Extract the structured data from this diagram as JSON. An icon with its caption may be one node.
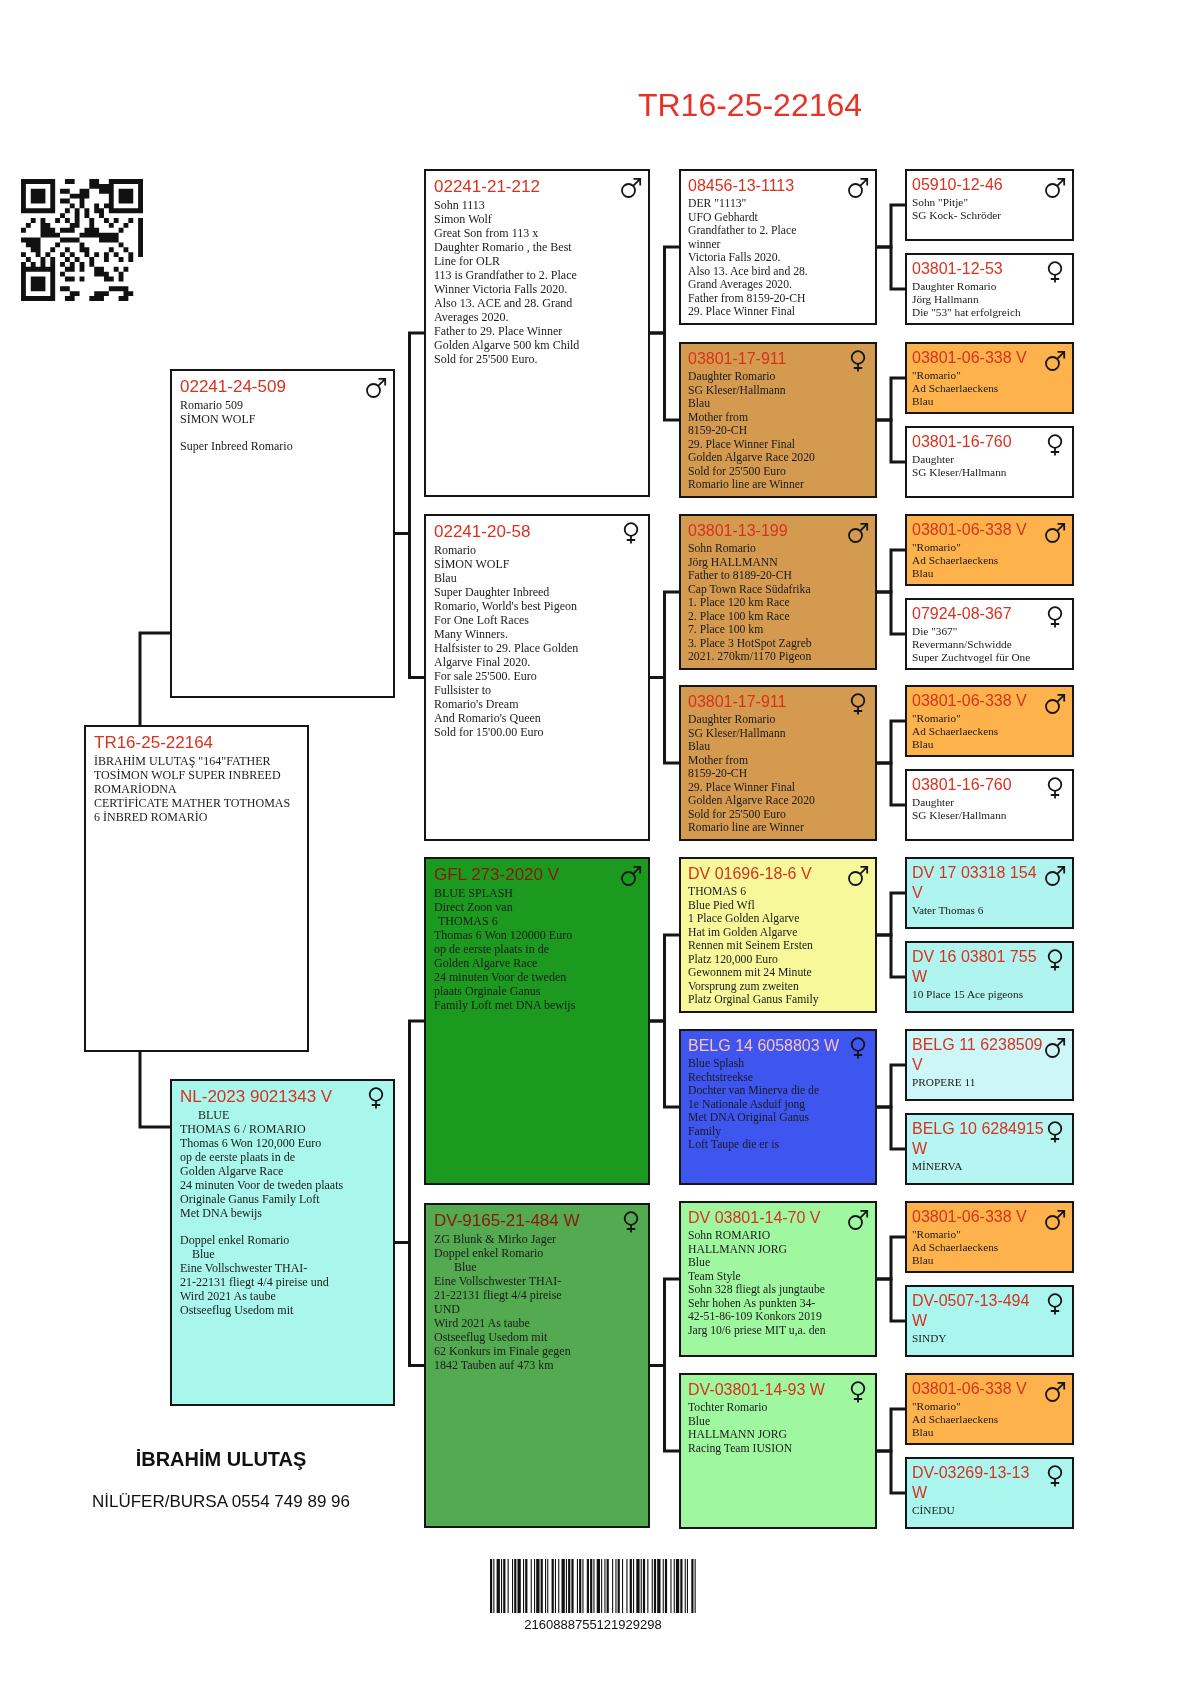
{
  "diagram": {
    "title": "TR16-25-22164",
    "nodes": [
      {
        "text": [
          "TR16-25-22164",
          "İBRAHİM ULUTAŞ \"164\"FATHER",
          "TOSİMON WOLF SUPER INBREED",
          "ROMARİODNA",
          "CERTİFİCATE MATHER TOTHOMAS",
          "6 İNBRED ROMARİO"
        ]
      },
      {
        "text": [
          "02241-24-509",
          "Romario 509",
          "SİMON WOLF",
          "Super Inbreed Romario"
        ]
      },
      {
        "text": [
          "NL-2023 9021343 V",
          "BLUE",
          "THOMAS 6 / ROMARIO",
          "Thomas 6 Won 120,000 Euro",
          "op de eerste plaats in de",
          "Golden Algarve Race",
          "24 minuten Voor de tweden plaats",
          "Originale Ganus Family Loft",
          "Met DNA bewijs",
          "Doppel enkel Romario",
          "Blue",
          "Eine Vollschwester THAI-",
          "21-22131 fliegt 4/4 pireise und",
          "Wird 2021 As taube",
          "Ostseeflug Usedom mit"
        ]
      },
      {
        "text": [
          "02241-21-212",
          "Sohn 1113",
          "Simon Wolf",
          "Great Son from 113 x",
          "Daughter Romario , the Best",
          "Line for OLR",
          "113 is Grandfather to 2. Place",
          "Winner Victoria Falls 2020.",
          "Also 13. ACE and 28. Grand",
          "Averages 2020.",
          "Father to 29. Place Winner",
          "Golden Algarve 500 km Child",
          "Sold for 25'500 Euro."
        ]
      },
      {
        "text": [
          "02241-20-58",
          "Romario",
          "SİMON WOLF",
          "Blau",
          "Super Daughter Inbreed",
          "Romario, World's best Pigeon",
          "For One Loft Races",
          "Many Winners.",
          "Halfsister to 29. Place Golden",
          "Algarve Final 2020.",
          "For sale 25'500. Euro",
          "Fullsister to",
          "Romario's Dream",
          "And Romario's Queen",
          "Sold for 15'00.00 Euro"
        ]
      },
      {
        "text": [
          "GFL 273-2020 V",
          "BLUE SPLASH",
          "Direct Zoon van",
          "THOMAS 6",
          "Thomas 6 Won 120000 Euro",
          "op de eerste plaats in de",
          "Golden Algarve Race",
          "24 minuten Voor de tweden",
          "plaats Orginale Ganus",
          "Family Loft met DNA bewijs"
        ]
      },
      {
        "text": [
          "DV-9165-21-484 W",
          "ZG Blunk & Mirko Jager",
          "Doppel enkel Romario",
          "Blue",
          "Eine Vollschwester THAI-",
          "21-22131 fliegt 4/4 pireise",
          "UND",
          "Wird 2021 As taube",
          "Ostseeflug Usedom mit",
          "62 Konkurs im Finale gegen",
          "1842 Tauben auf 473 km"
        ]
      },
      {
        "text": [
          "08456-13-1113",
          "DER \"1113\"",
          "UFO Gebhardt",
          "Grandfather to 2. Place",
          "winner",
          "Victoria Falls 2020.",
          "Also 13. Ace bird and 28.",
          "Grand Averages 2020.",
          "Father from 8159-20-CH",
          "29. Place Winner Final"
        ]
      },
      {
        "text": [
          "03801-17-911",
          "Daughter Romario",
          "SG Kleser/Hallmann",
          "Blau",
          "Mother from",
          "8159-20-CH",
          "29. Place Winner Final",
          "Golden Algarve Race 2020",
          "Sold for 25'500 Euro",
          "Romario line are Winner"
        ]
      },
      {
        "text": [
          "03801-13-199",
          "Sohn Romario",
          "Jörg HALLMANN",
          "Father to 8189-20-CH",
          "Cap Town Race Südafrika",
          "1. Place 120 km Race",
          "2. Place 100 km Race",
          "7. Place 100 km",
          "3. Place 3 HotSpot Zagreb",
          "2021. 270km/1170 Pigeon"
        ]
      },
      {
        "text": [
          "03801-17-911",
          "Daughter Romario",
          "SG Kleser/Hallmann",
          "Blau",
          "Mother from",
          "8159-20-CH",
          "29. Place Winner Final",
          "Golden Algarve Race 2020",
          "Sold for 25'500 Euro",
          "Romario line are Winner"
        ]
      },
      {
        "text": [
          "DV 01696-18-6 V",
          "THOMAS 6",
          "Blue Pied Wfl",
          "1 Place Golden Algarve",
          "Hat im Golden Algarve",
          "Rennen mit Seinem Ersten",
          "Platz 120,000 Euro",
          "Gewonnem mit 24 Minute",
          "Vorsprung zum zweiten",
          "Platz Orginal Ganus Family"
        ]
      },
      {
        "text": [
          "BELG 14 6058803 W",
          "Blue Splash",
          "Rechtstreekse",
          "Dochter van Minerva die de",
          "1e Nationale Asduif jong",
          "Met DNA Original Ganus",
          "Family",
          "Loft Taupe die er is"
        ]
      },
      {
        "text": [
          "DV 03801-14-70 V",
          "Sohn ROMARIO",
          "HALLMANN JORG",
          "Blue",
          "Team Style",
          "Sohn 328 fliegt als jungtaube",
          "Sehr hohen As punkten 34-",
          "42-51-86-109 Konkors 2019",
          "Jarg 10/6 priese MIT u,a. den"
        ]
      },
      {
        "text": [
          "DV-03801-14-93 W",
          "Tochter Romario",
          "Blue",
          "HALLMANN JORG",
          "Racing Team IUSION"
        ]
      },
      {
        "text": [
          "05910-12-46",
          "Sohn \"Pitje\"",
          "SG Kock- Schröder"
        ]
      },
      {
        "text": [
          "03801-12-53",
          "Daughter Romario",
          "Jörg Hallmann",
          "Die \"53\" hat erfolgreich"
        ]
      },
      {
        "text": [
          "03801-06-338 V",
          "\"Romario\"",
          "Ad Schaerlaeckens",
          "Blau"
        ]
      },
      {
        "text": [
          "03801-16-760",
          "Daughter",
          "SG Kleser/Hallmann"
        ]
      },
      {
        "text": [
          "03801-06-338 V",
          "\"Romario\"",
          "Ad Schaerlaeckens",
          "Blau"
        ]
      },
      {
        "text": [
          "07924-08-367",
          "Die \"367\"",
          "Revermann/Schwidde",
          "Super Zuchtvogel für One"
        ]
      },
      {
        "text": [
          "03801-06-338 V",
          "\"Romario\"",
          "Ad Schaerlaeckens",
          "Blau"
        ]
      },
      {
        "text": [
          "03801-16-760",
          "Daughter",
          "SG Kleser/Hallmann"
        ]
      },
      {
        "text": [
          "DV 17 03318 154 V",
          "Vater Thomas 6"
        ]
      },
      {
        "text": [
          "DV 16 03801 755 W",
          "10 Place 15 Ace pigeons"
        ]
      },
      {
        "text": [
          "BELG 11 6238509 V",
          "PROPERE 11"
        ]
      },
      {
        "text": [
          "BELG 10 6284915 W",
          "MİNERVA"
        ]
      },
      {
        "text": [
          "03801-06-338 V",
          "\"Romario\"",
          "Ad Schaerlaeckens",
          "Blau"
        ]
      },
      {
        "text": [
          "DV-0507-13-494 W",
          "SINDY"
        ]
      },
      {
        "text": [
          "03801-06-338 V",
          "\"Romario\"",
          "Ad Schaerlaeckens",
          "Blau"
        ]
      },
      {
        "text": [
          "DV-03269-13-13 W",
          "CİNEDU"
        ]
      }
    ],
    "edges": [
      {
        "from": 0,
        "to": 1,
        "arrow": "none"
      },
      {
        "from": 0,
        "to": 2,
        "arrow": "none"
      },
      {
        "from": 1,
        "to": 3,
        "arrow": "none"
      },
      {
        "from": 1,
        "to": 4,
        "arrow": "none"
      },
      {
        "from": 2,
        "to": 5,
        "arrow": "none"
      },
      {
        "from": 2,
        "to": 6,
        "arrow": "none"
      },
      {
        "from": 3,
        "to": 7,
        "arrow": "none"
      },
      {
        "from": 3,
        "to": 8,
        "arrow": "none"
      },
      {
        "from": 4,
        "to": 9,
        "arrow": "none"
      },
      {
        "from": 4,
        "to": 10,
        "arrow": "none"
      },
      {
        "from": 5,
        "to": 11,
        "arrow": "none"
      },
      {
        "from": 5,
        "to": 12,
        "arrow": "none"
      },
      {
        "from": 6,
        "to": 13,
        "arrow": "none"
      },
      {
        "from": 6,
        "to": 14,
        "arrow": "none"
      },
      {
        "from": 7,
        "to": 15,
        "arrow": "none"
      },
      {
        "from": 7,
        "to": 16,
        "arrow": "none"
      },
      {
        "from": 8,
        "to": 17,
        "arrow": "none"
      },
      {
        "from": 8,
        "to": 18,
        "arrow": "none"
      },
      {
        "from": 9,
        "to": 19,
        "arrow": "none"
      },
      {
        "from": 9,
        "to": 20,
        "arrow": "none"
      },
      {
        "from": 10,
        "to": 21,
        "arrow": "none"
      },
      {
        "from": 10,
        "to": 22,
        "arrow": "none"
      },
      {
        "from": 11,
        "to": 23,
        "arrow": "none"
      },
      {
        "from": 11,
        "to": 24,
        "arrow": "none"
      },
      {
        "from": 12,
        "to": 25,
        "arrow": "none"
      },
      {
        "from": 12,
        "to": 26,
        "arrow": "none"
      },
      {
        "from": 13,
        "to": 27,
        "arrow": "none"
      },
      {
        "from": 13,
        "to": 28,
        "arrow": "none"
      },
      {
        "from": 14,
        "to": 29,
        "arrow": "none"
      },
      {
        "from": 14,
        "to": 30,
        "arrow": "none"
      }
    ],
    "labels": [
      "İBRAHİM ULUTAŞ",
      "NİLÜFER/BURSA 0554 749 89 96",
      "2160888755121929298"
    ]
  }
}
